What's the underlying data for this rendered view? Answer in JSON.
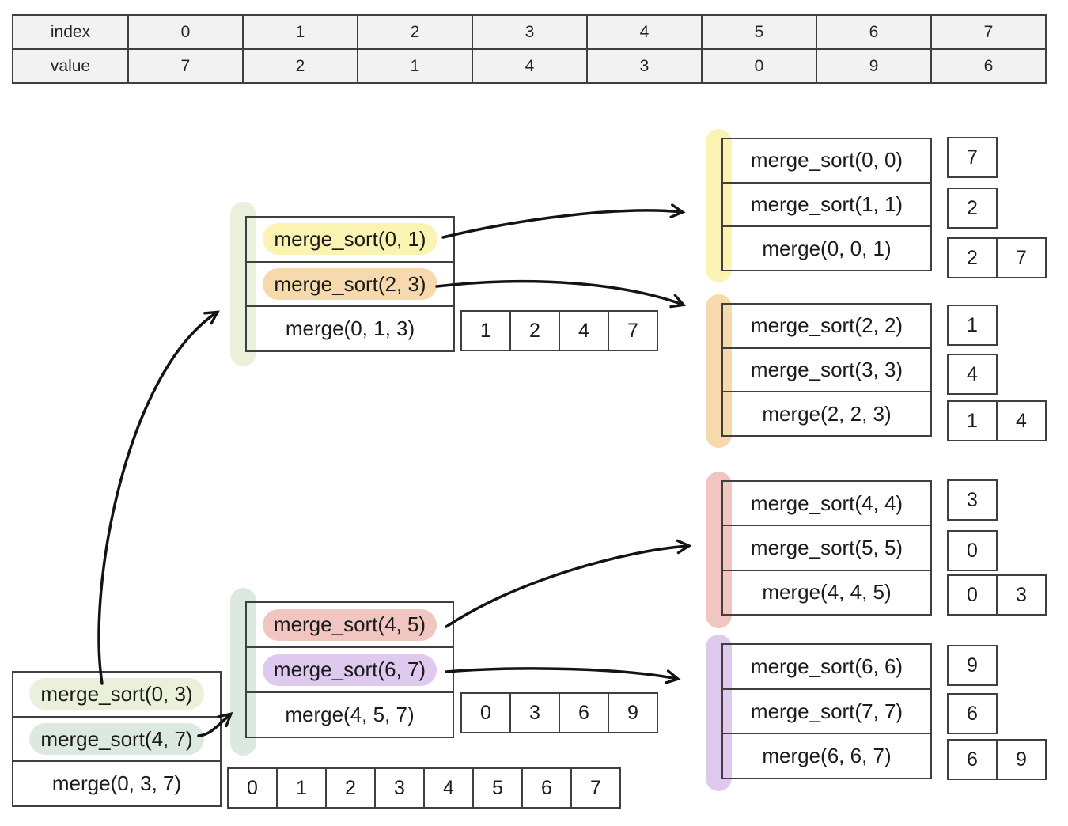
{
  "colors": {
    "olive": "#eaf0da",
    "teal": "#dbe9e0",
    "yellow": "#faf3b2",
    "orange": "#f6d9ac",
    "pink": "#f1c5c0",
    "purple": "#e0c9ef"
  },
  "array_table": {
    "rows": [
      {
        "label": "index",
        "cells": [
          "0",
          "1",
          "2",
          "3",
          "4",
          "5",
          "6",
          "7"
        ]
      },
      {
        "label": "value",
        "cells": [
          "7",
          "2",
          "1",
          "4",
          "3",
          "0",
          "9",
          "6"
        ]
      }
    ]
  },
  "boxes": {
    "root": {
      "rows": [
        {
          "call": "merge_sort(0, 3)"
        },
        {
          "call": "merge_sort(4, 7)"
        },
        {
          "call": "merge(0, 3, 7)"
        }
      ],
      "result": [
        "0",
        "1",
        "2",
        "3",
        "4",
        "5",
        "6",
        "7"
      ]
    },
    "left_half": {
      "rows": [
        {
          "call": "merge_sort(0, 1)"
        },
        {
          "call": "merge_sort(2, 3)"
        },
        {
          "call": "merge(0, 1, 3)"
        }
      ],
      "result": [
        "1",
        "2",
        "4",
        "7"
      ]
    },
    "right_half": {
      "rows": [
        {
          "call": "merge_sort(4, 5)"
        },
        {
          "call": "merge_sort(6, 7)"
        },
        {
          "call": "merge(4, 5, 7)"
        }
      ],
      "result": [
        "0",
        "3",
        "6",
        "9"
      ]
    },
    "leaf_01": {
      "rows": [
        {
          "call": "merge_sort(0, 0)",
          "result": [
            "7"
          ]
        },
        {
          "call": "merge_sort(1, 1)",
          "result": [
            "2"
          ]
        },
        {
          "call": "merge(0, 0, 1)",
          "result": [
            "2",
            "7"
          ]
        }
      ]
    },
    "leaf_23": {
      "rows": [
        {
          "call": "merge_sort(2, 2)",
          "result": [
            "1"
          ]
        },
        {
          "call": "merge_sort(3, 3)",
          "result": [
            "4"
          ]
        },
        {
          "call": "merge(2, 2, 3)",
          "result": [
            "1",
            "4"
          ]
        }
      ]
    },
    "leaf_45": {
      "rows": [
        {
          "call": "merge_sort(4, 4)",
          "result": [
            "3"
          ]
        },
        {
          "call": "merge_sort(5, 5)",
          "result": [
            "0"
          ]
        },
        {
          "call": "merge(4, 4, 5)",
          "result": [
            "0",
            "3"
          ]
        }
      ]
    },
    "leaf_67": {
      "rows": [
        {
          "call": "merge_sort(6, 6)",
          "result": [
            "9"
          ]
        },
        {
          "call": "merge_sort(7, 7)",
          "result": [
            "6"
          ]
        },
        {
          "call": "merge(6, 6, 7)",
          "result": [
            "6",
            "9"
          ]
        }
      ]
    }
  }
}
